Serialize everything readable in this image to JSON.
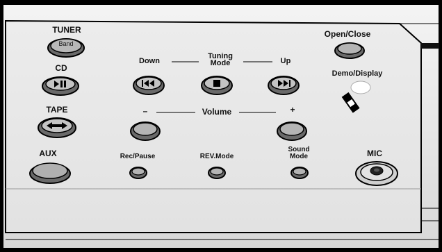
{
  "labels": {
    "tuner": "TUNER",
    "band": "Band",
    "cd": "CD",
    "tape": "TAPE",
    "aux": "AUX",
    "down": "Down",
    "tuning_mode_1": "Tuning",
    "tuning_mode_2": "Mode",
    "up": "Up",
    "minus": "–",
    "volume": "Volume",
    "plus": "+",
    "rec_pause": "Rec/Pause",
    "rev_mode": "REV.Mode",
    "sound_mode_1": "Sound",
    "sound_mode_2": "Mode",
    "open_close": "Open/Close",
    "demo_display": "Demo/Display",
    "mic": "MIC"
  },
  "icons": {
    "cd_button": "play-pause-icon",
    "tape_button": "tape-play-icon",
    "down_button": "skip-back-icon",
    "tuning_button": "stop-icon",
    "up_button": "skip-forward-icon"
  },
  "colors": {
    "panel": "#e9e9e9",
    "outline": "#000000",
    "button_shade": "#8c8c8c"
  }
}
